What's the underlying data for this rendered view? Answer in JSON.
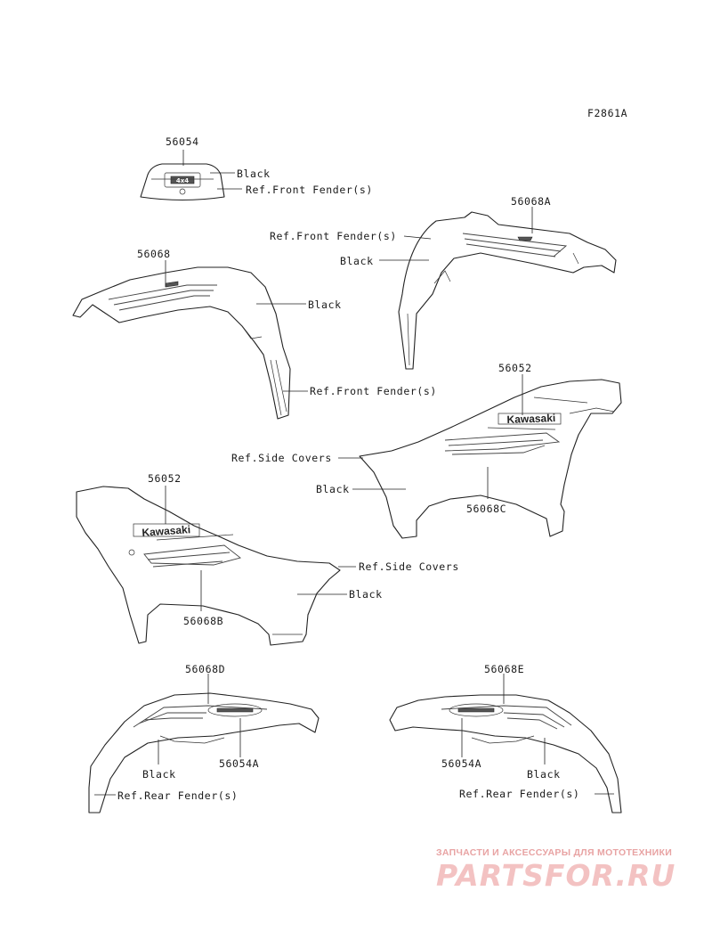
{
  "diagram_code": "F2861A",
  "labels": {
    "p56054": "56054",
    "p56054_black": "Black",
    "p56054_ref": "Ref.Front Fender(s)",
    "p56068A": "56068A",
    "p56068A_ref": "Ref.Front Fender(s)",
    "p56068A_black": "Black",
    "p56068": "56068",
    "p56068_black": "Black",
    "p56068_ref": "Ref.Front Fender(s)",
    "p56052_right": "56052",
    "side_ref_right": "Ref.Side Covers",
    "side_black_right": "Black",
    "p56068C": "56068C",
    "p56052_left": "56052",
    "side_ref_left": "Ref.Side Covers",
    "side_black_left": "Black",
    "p56068B": "56068B",
    "p56068D": "56068D",
    "rear_left_black": "Black",
    "p56054A_left": "56054A",
    "rear_left_ref": "Ref.Rear Fender(s)",
    "p56068E": "56068E",
    "p56054A_right": "56054A",
    "rear_right_black": "Black",
    "rear_right_ref": "Ref.Rear Fender(s)"
  },
  "decal_text": {
    "brand_left": "Kawasaki",
    "brand_right": "Kawasaki",
    "badge_4x4": "4x4"
  },
  "watermark": {
    "subtitle": "ЗАПЧАСТИ И АКСЕССУАРЫ ДЛЯ МОТОТЕХНИКИ",
    "brand": "PARTSFOR.RU"
  }
}
